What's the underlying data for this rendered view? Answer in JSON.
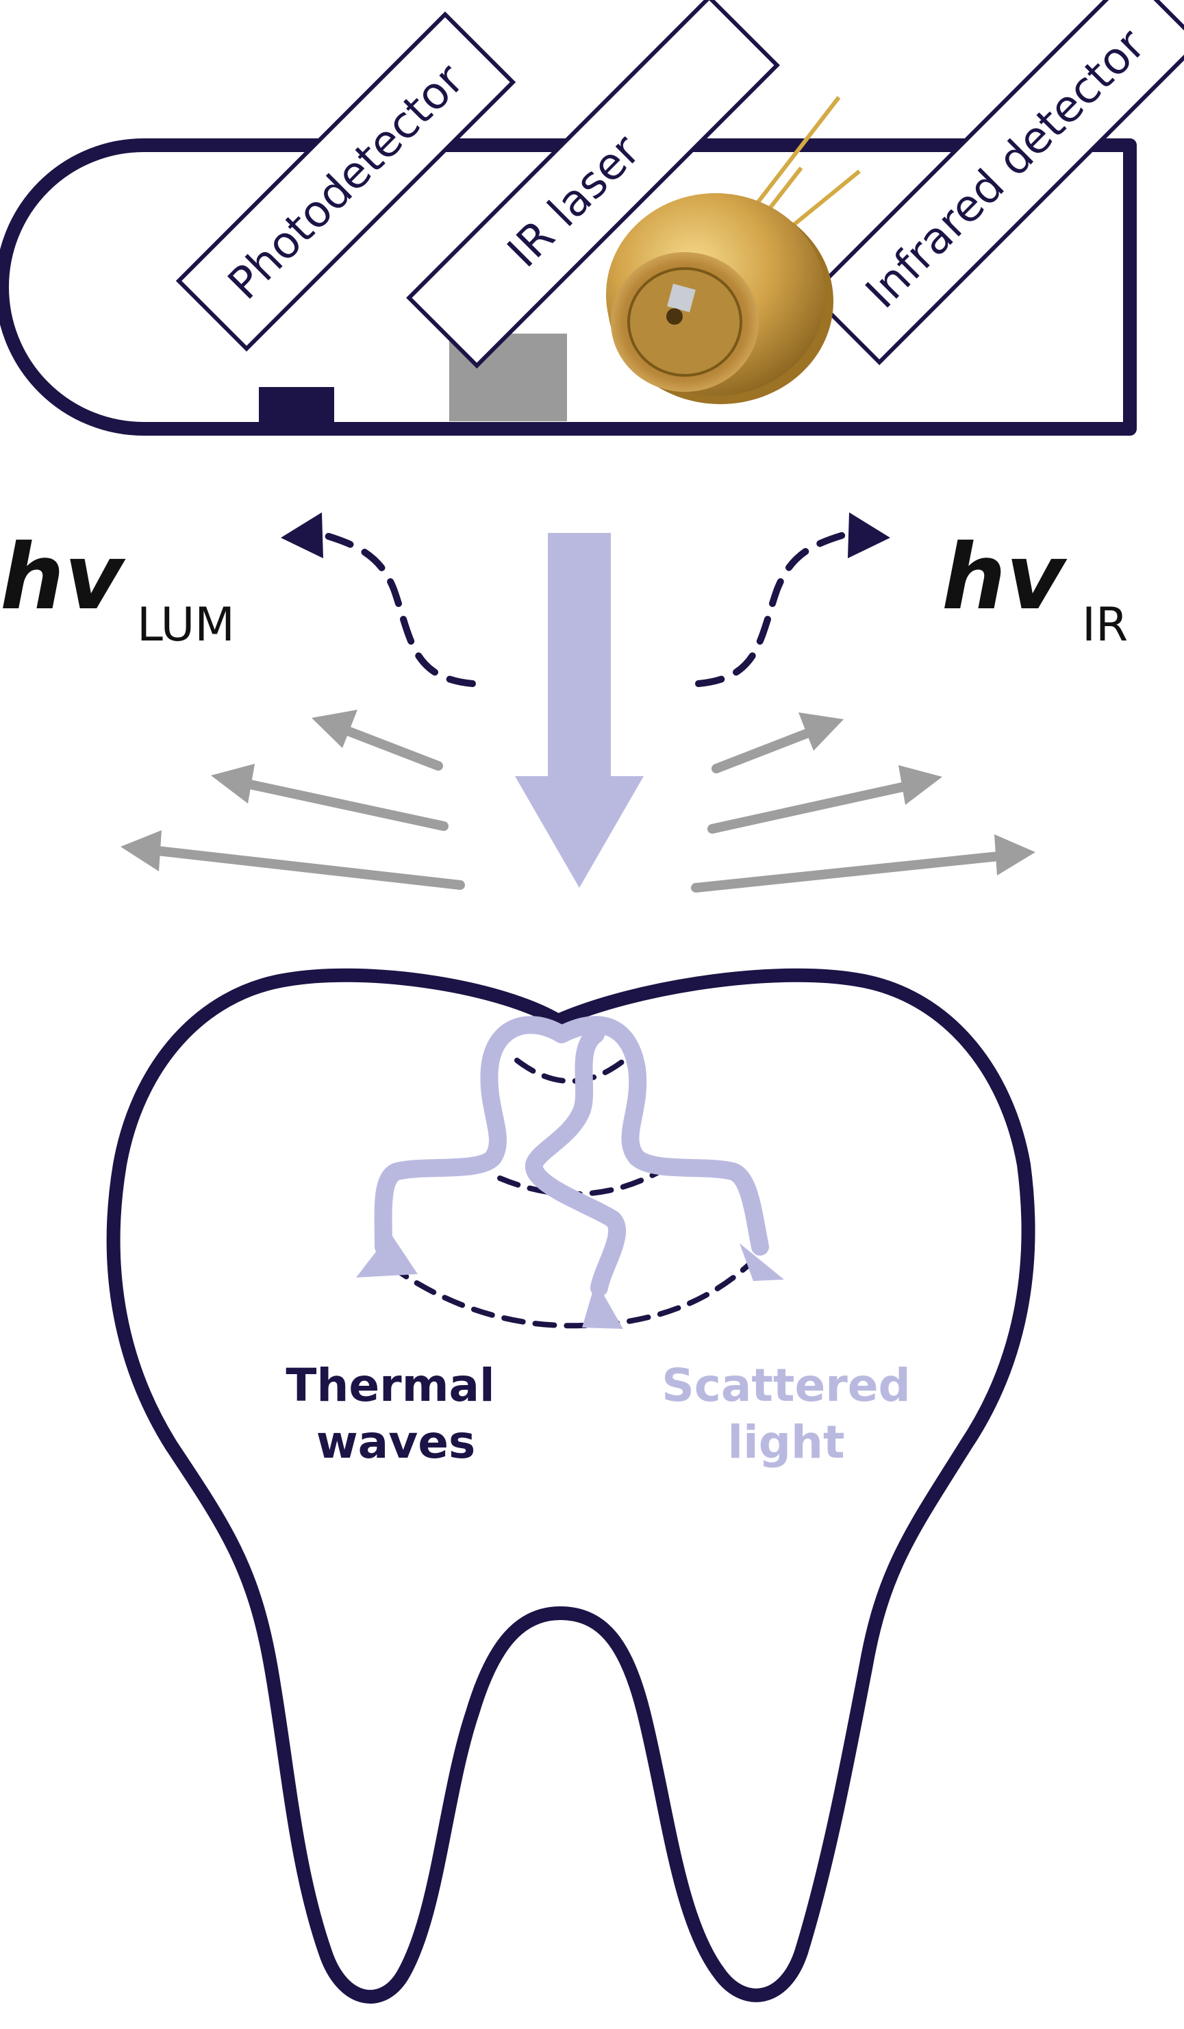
{
  "device": {
    "photodetector_label": "Photodetector",
    "ir_laser_label": "IR laser",
    "infrared_detector_label": "Infrared detector"
  },
  "emission": {
    "hv_symbol": "hv",
    "lum_subscript": "LUM",
    "ir_subscript": "IR"
  },
  "tooth": {
    "thermal_line1": "Thermal",
    "thermal_line2": "waves",
    "scattered_line1": "Scattered",
    "scattered_line2": "light"
  },
  "colors": {
    "outline": "#1c1446",
    "laser_beam": "#b9b9e0",
    "scatter_arrows": "#9e9e9e",
    "laser_mount": "#9a9a9a",
    "gold": "#c99a3a"
  },
  "icons": [
    "laser-diode-icon",
    "photodetector-sensor-icon"
  ]
}
